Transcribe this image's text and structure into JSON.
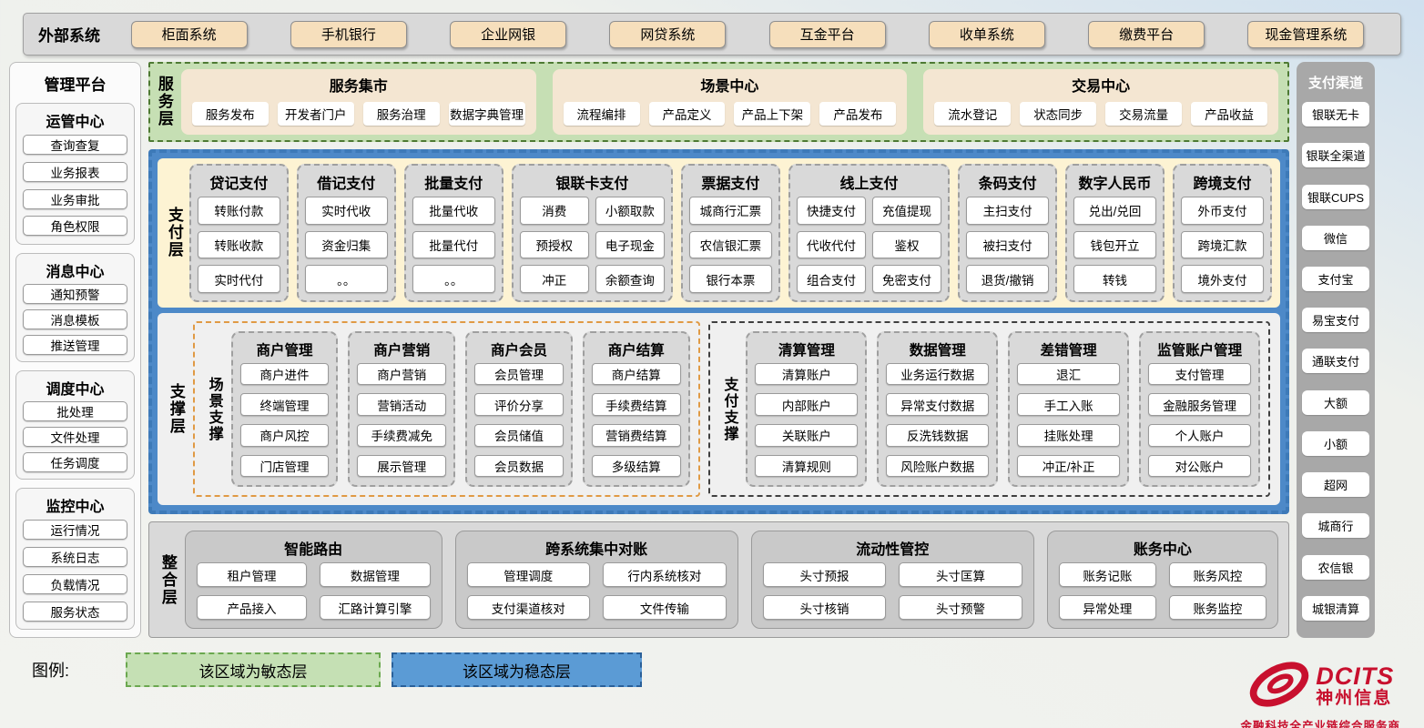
{
  "external_systems": {
    "label": "外部系统",
    "items": [
      "柜面系统",
      "手机银行",
      "企业网银",
      "网贷系统",
      "互金平台",
      "收单系统",
      "缴费平台",
      "现金管理系统"
    ]
  },
  "management_platform": {
    "title": "管理平台",
    "groups": [
      {
        "title": "运管中心",
        "items": [
          "查询查复",
          "业务报表",
          "业务审批",
          "角色权限"
        ]
      },
      {
        "title": "消息中心",
        "items": [
          "通知预警",
          "消息模板",
          "推送管理"
        ]
      },
      {
        "title": "调度中心",
        "items": [
          "批处理",
          "文件处理",
          "任务调度"
        ]
      },
      {
        "title": "监控中心",
        "items": [
          "运行情况",
          "系统日志",
          "负载情况",
          "服务状态"
        ]
      }
    ]
  },
  "service_layer": {
    "label": "服务层",
    "groups": [
      {
        "title": "服务集市",
        "items": [
          "服务发布",
          "开发者门户",
          "服务治理",
          "数据字典管理"
        ]
      },
      {
        "title": "场景中心",
        "items": [
          "流程编排",
          "产品定义",
          "产品上下架",
          "产品发布"
        ]
      },
      {
        "title": "交易中心",
        "items": [
          "流水登记",
          "状态同步",
          "交易流量",
          "产品收益"
        ]
      }
    ]
  },
  "payment_layer": {
    "label": "支付层",
    "columns": [
      {
        "title": "贷记支付",
        "items": [
          "转账付款",
          "转账收款",
          "实时代付"
        ]
      },
      {
        "title": "借记支付",
        "items": [
          "实时代收",
          "资金归集",
          "。。"
        ]
      },
      {
        "title": "批量支付",
        "items": [
          "批量代收",
          "批量代付",
          "。。"
        ]
      },
      {
        "title": "银联卡支付",
        "items": [
          "消费",
          "小额取款",
          "预授权",
          "电子现金",
          "冲正",
          "余额查询"
        ]
      },
      {
        "title": "票据支付",
        "items": [
          "城商行汇票",
          "农信银汇票",
          "银行本票"
        ]
      },
      {
        "title": "线上支付",
        "items": [
          "快捷支付",
          "充值提现",
          "代收代付",
          "鉴权",
          "组合支付",
          "免密支付"
        ]
      },
      {
        "title": "条码支付",
        "items": [
          "主扫支付",
          "被扫支付",
          "退货/撤销"
        ]
      },
      {
        "title": "数字人民币",
        "items": [
          "兑出/兑回",
          "钱包开立",
          "转钱"
        ]
      },
      {
        "title": "跨境支付",
        "items": [
          "外币支付",
          "跨境汇款",
          "境外支付"
        ]
      }
    ]
  },
  "support_layer": {
    "label": "支撑层",
    "groups": [
      {
        "label": "场景支撑",
        "columns": [
          {
            "title": "商户管理",
            "items": [
              "商户进件",
              "终端管理",
              "商户风控",
              "门店管理"
            ]
          },
          {
            "title": "商户营销",
            "items": [
              "商户营销",
              "营销活动",
              "手续费减免",
              "展示管理"
            ]
          },
          {
            "title": "商户会员",
            "items": [
              "会员管理",
              "评价分享",
              "会员储值",
              "会员数据"
            ]
          },
          {
            "title": "商户结算",
            "items": [
              "商户结算",
              "手续费结算",
              "营销费结算",
              "多级结算"
            ]
          }
        ]
      },
      {
        "label": "支付支撑",
        "columns": [
          {
            "title": "清算管理",
            "items": [
              "清算账户",
              "内部账户",
              "关联账户",
              "清算规则"
            ]
          },
          {
            "title": "数据管理",
            "items": [
              "业务运行数据",
              "异常支付数据",
              "反洗钱数据",
              "风险账户数据"
            ]
          },
          {
            "title": "差错管理",
            "items": [
              "退汇",
              "手工入账",
              "挂账处理",
              "冲正/补正"
            ]
          },
          {
            "title": "监管账户管理",
            "items": [
              "支付管理",
              "金融服务管理",
              "个人账户",
              "对公账户"
            ]
          }
        ]
      }
    ]
  },
  "integration_layer": {
    "label": "整合层",
    "groups": [
      {
        "title": "智能路由",
        "items": [
          "租户管理",
          "数据管理",
          "产品接入",
          "汇路计算引擎"
        ]
      },
      {
        "title": "跨系统集中对账",
        "items": [
          "管理调度",
          "行内系统核对",
          "支付渠道核对",
          "文件传输"
        ]
      },
      {
        "title": "流动性管控",
        "items": [
          "头寸预报",
          "头寸匡算",
          "头寸核销",
          "头寸预警"
        ]
      },
      {
        "title": "账务中心",
        "items": [
          "账务记账",
          "账务风控",
          "异常处理",
          "账务监控"
        ]
      }
    ]
  },
  "payment_channels": {
    "title": "支付渠道",
    "items": [
      "银联无卡",
      "银联全渠道",
      "银联CUPS",
      "微信",
      "支付宝",
      "易宝支付",
      "通联支付",
      "大额",
      "小额",
      "超网",
      "城商行",
      "农信银",
      "城银清算"
    ]
  },
  "legend": {
    "label": "图例:",
    "agile": {
      "text": "该区域为敏态层",
      "color": "#c5e0b4"
    },
    "stable": {
      "text": "该区域为稳态层",
      "color": "#5b9bd5"
    }
  },
  "logo": {
    "brand": "DCITS",
    "name": "神州信息",
    "tagline": "金融科技全产业链综合服务商",
    "color": "#c8102e"
  }
}
